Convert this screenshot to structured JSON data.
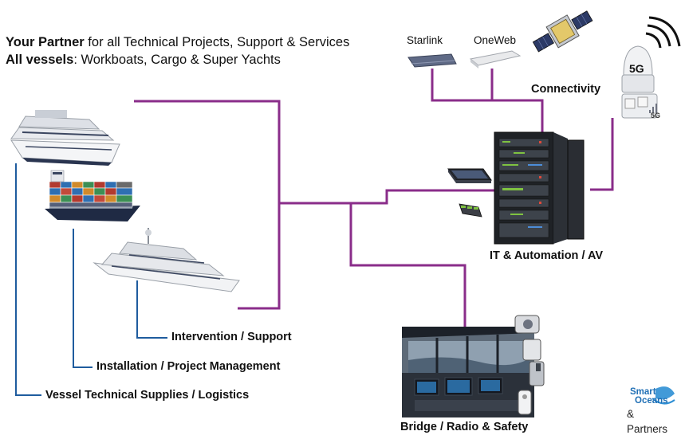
{
  "header": {
    "line1_bold": "Your Partner",
    "line1_rest": " for all Technical Projects, Support & Services",
    "line2_bold": "All vessels",
    "line2_rest": ": Workboats, Cargo & Super Yachts"
  },
  "connectivity": {
    "starlink": "Starlink",
    "oneweb": "OneWeb",
    "label": "Connectivity",
    "badge_5g": "5G",
    "badge_5g_small": "5G"
  },
  "services": {
    "intervention": "Intervention / Support",
    "installation": "Installation / Project Management",
    "supplies": "Vessel Technical Supplies / Logistics",
    "it": "IT & Automation / AV",
    "bridge": "Bridge / Radio & Safety"
  },
  "partners": {
    "logo_line1": "Smart",
    "logo_line2": "Oceans",
    "amp": "&",
    "label": "Partners"
  },
  "colors": {
    "network_line": "#8a2d8a",
    "service_line": "#1f5c9e"
  }
}
